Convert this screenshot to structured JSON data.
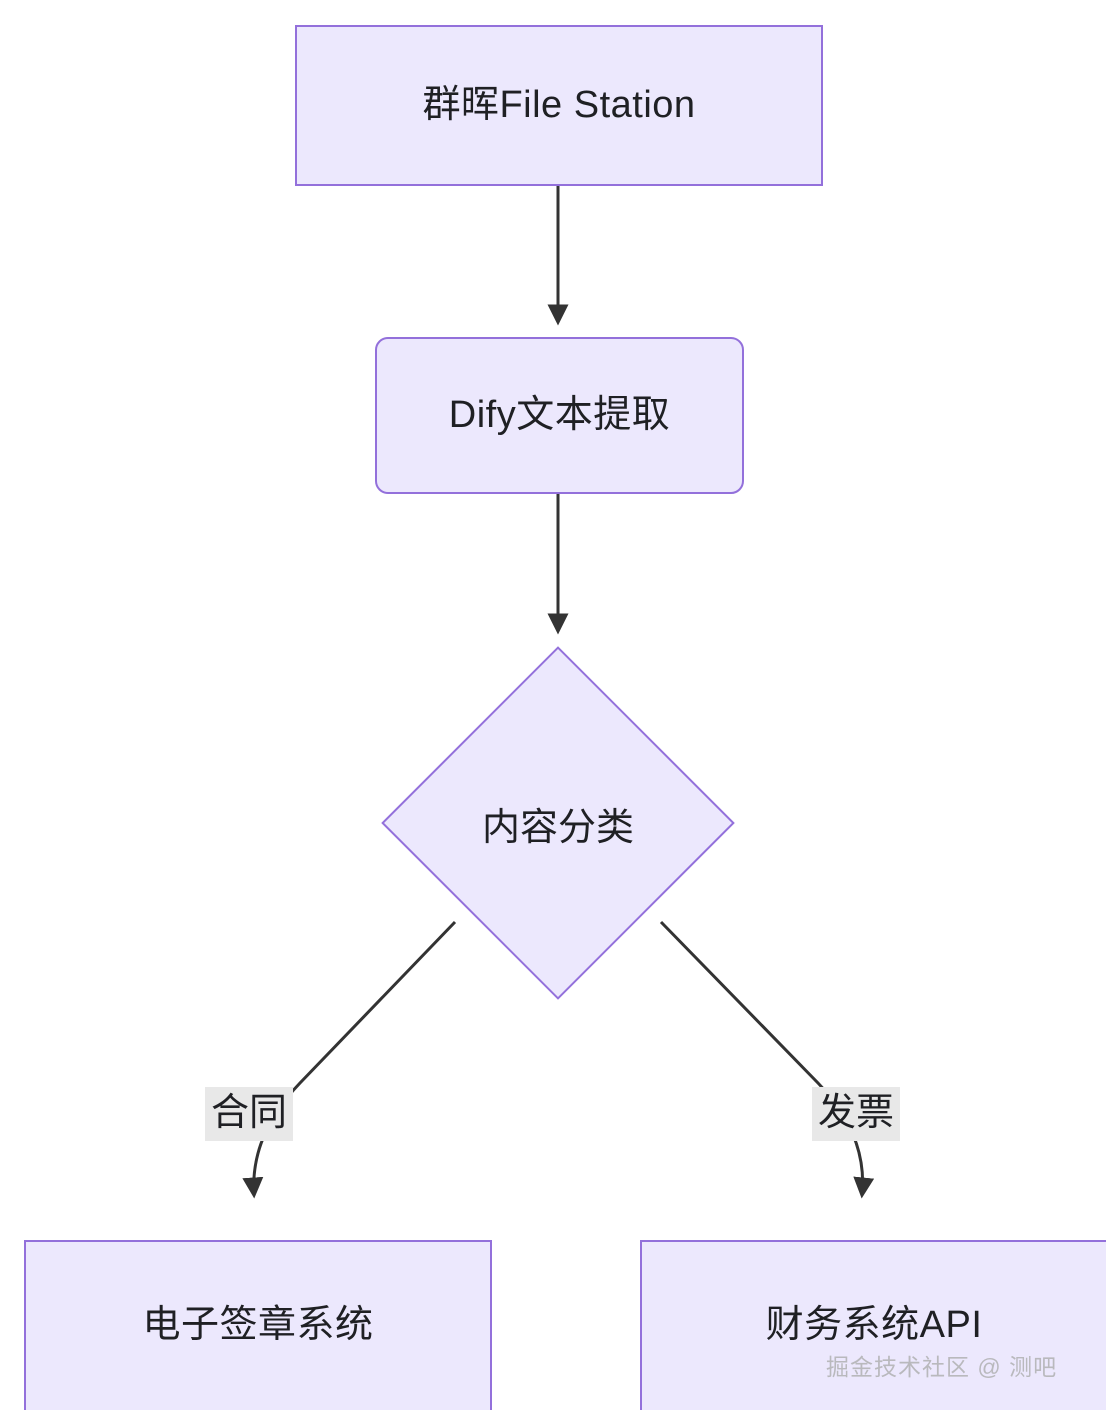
{
  "diagram": {
    "type": "flowchart",
    "direction": "top-down",
    "title": "",
    "theme": {
      "node_fill": "#ece8fd",
      "node_border": "#9370db",
      "node_text": "#1f2024",
      "edge_stroke": "#333333",
      "edge_label_bg": "#e8e8e8",
      "background": "#ffffff"
    },
    "nodes": [
      {
        "id": "n1",
        "label": "群晖File Station",
        "shape": "rectangle"
      },
      {
        "id": "n2",
        "label": "Dify文本提取",
        "shape": "rounded-rectangle"
      },
      {
        "id": "n3",
        "label": "内容分类",
        "shape": "diamond"
      },
      {
        "id": "n4",
        "label": "电子签章系统",
        "shape": "rectangle"
      },
      {
        "id": "n5",
        "label": "财务系统API",
        "shape": "rectangle"
      }
    ],
    "edges": [
      {
        "from": "n1",
        "to": "n2",
        "label": "",
        "arrow": "filled-triangle"
      },
      {
        "from": "n2",
        "to": "n3",
        "label": "",
        "arrow": "filled-triangle"
      },
      {
        "from": "n3",
        "to": "n4",
        "label": "合同",
        "arrow": "filled-triangle"
      },
      {
        "from": "n3",
        "to": "n5",
        "label": "发票",
        "arrow": "filled-triangle"
      }
    ],
    "edge_labels": {
      "left_branch": "合同",
      "right_branch": "发票"
    },
    "watermark": "掘金技术社区 @ 测吧"
  }
}
